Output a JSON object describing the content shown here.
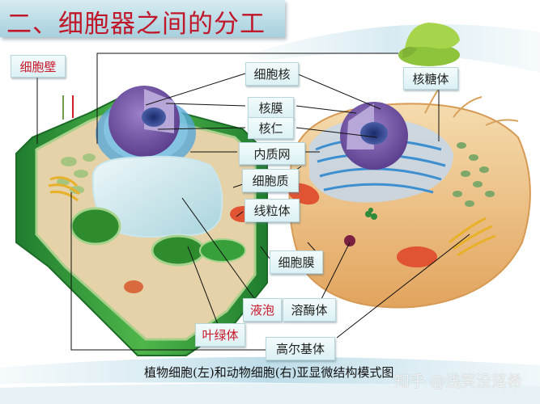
{
  "slide": {
    "title": "二、细胞器之间的分工",
    "caption": "植物细胞(左)和动物细胞(右)亚显微结构模式图",
    "watermark": "知乎 @浅笑没落希"
  },
  "labels": {
    "cell_wall": "细胞壁",
    "nucleus": "细胞核",
    "ribosome": "核糖体",
    "nuclear_membrane": "核膜",
    "nucleolus": "核仁",
    "endoplasmic_reticulum": "内质网",
    "cytoplasm": "细胞质",
    "mitochondrion": "线粒体",
    "cell_membrane": "细胞膜",
    "vacuole": "液泡",
    "lysosome": "溶酶体",
    "chloroplast": "叶绿体",
    "golgi_apparatus": "高尔基体"
  },
  "colors": {
    "title_red": "#c0172a",
    "plant_label_red": "#c8162a",
    "plant_green": "#3f9e3c",
    "animal_orange": "#e9b874",
    "nucleus_purple": "#7a5aa8"
  }
}
